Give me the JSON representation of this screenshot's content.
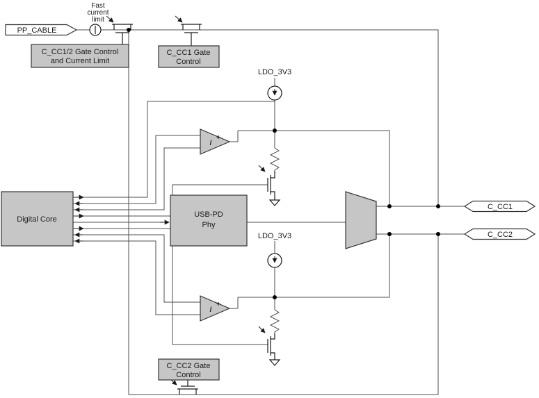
{
  "colors": {
    "box_fill": "#c6c6c6",
    "box_stroke": "#333333",
    "wire": "#4d4d4d",
    "pin_fill": "#ffffff",
    "background": "#ffffff"
  },
  "labels": {
    "fast_current_limit": [
      "Fast",
      "current",
      "limit"
    ],
    "pp_cable": "PP_CABLE",
    "cc12_gate": [
      "C_CC1/2 Gate Control",
      "and Current Limit"
    ],
    "cc1_gate": [
      "C_CC1 Gate",
      "Control"
    ],
    "cc2_gate": [
      "C_CC2 Gate",
      "Control"
    ],
    "ldo_top": "LDO_3V3",
    "ldo_bottom": "LDO_3V3",
    "digital_core": "Digital Core",
    "usbpd_phy": [
      "USB-PD",
      "Phy"
    ],
    "pin_cc1": "C_CC1",
    "pin_cc2": "C_CC2",
    "comparator": {
      "slash": "/",
      "plus": "+"
    }
  }
}
